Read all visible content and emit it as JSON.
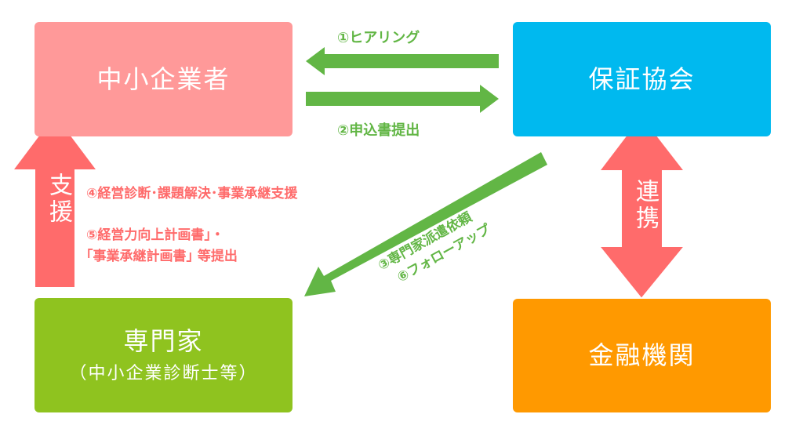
{
  "nodes": {
    "sme": {
      "title": "中小企業者",
      "color": "#FF9999"
    },
    "guarantee": {
      "title": "保証協会",
      "color": "#00B9EF"
    },
    "expert": {
      "title": "専門家",
      "subtitle": "（中小企業診断士等）",
      "color": "#8FC31F"
    },
    "bank": {
      "title": "金融機関",
      "color": "#FF9900"
    }
  },
  "edges": {
    "hearing": {
      "label": "①ヒアリング",
      "from": "保証協会",
      "to": "中小企業者",
      "color": "#62B645"
    },
    "apply": {
      "label": "②申込書提出",
      "from": "中小企業者",
      "to": "保証協会",
      "color": "#62B645"
    },
    "dispatch": {
      "label1": "③専門家派遣依頼",
      "label2": "⑥フォローアップ",
      "from": "保証協会",
      "to": "専門家",
      "color": "#62B645"
    },
    "support": {
      "arrow_text": "支援",
      "label4": "④経営診断･課題解決･事業承継支援",
      "label5a": "⑤経営力向上計画書｣・",
      "label5b": "｢事業承継計画書｣ 等提出",
      "from": "専門家",
      "to": "中小企業者",
      "color": "#FF6B6B"
    },
    "link": {
      "arrow_text": "連携",
      "between": [
        "保証協会",
        "金融機関"
      ],
      "color": "#FF6B6B"
    }
  }
}
